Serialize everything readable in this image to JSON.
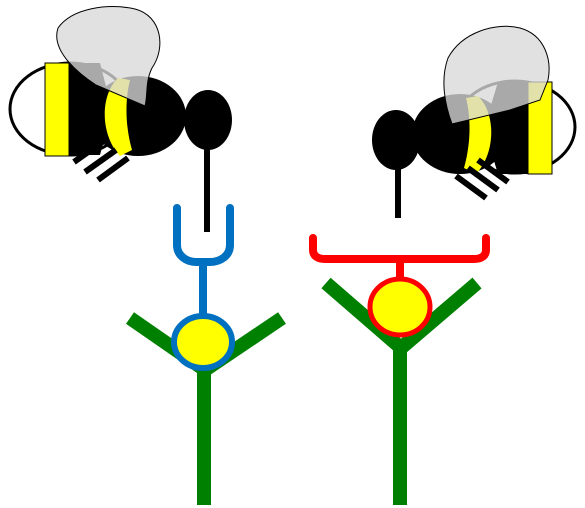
{
  "colors": {
    "background": "#ffffff",
    "bee_body": "#000000",
    "bee_stripe": "#ffff00",
    "bee_wing": "#d9d9d9",
    "bee_legs": "#000000",
    "left_cup": "#0070c0",
    "right_cup": "#ff0000",
    "flower_center": "#ffff00",
    "flower_stem": "#008000"
  },
  "figures": [
    {
      "id": "left",
      "bee": "bee-facing-right",
      "receptacle": "blue-narrow-cup",
      "flower": "y-shaped-green-stem-with-yellow-center"
    },
    {
      "id": "right",
      "bee": "bee-facing-left",
      "receptacle": "red-wide-cup",
      "flower": "y-shaped-green-stem-with-yellow-center"
    }
  ]
}
